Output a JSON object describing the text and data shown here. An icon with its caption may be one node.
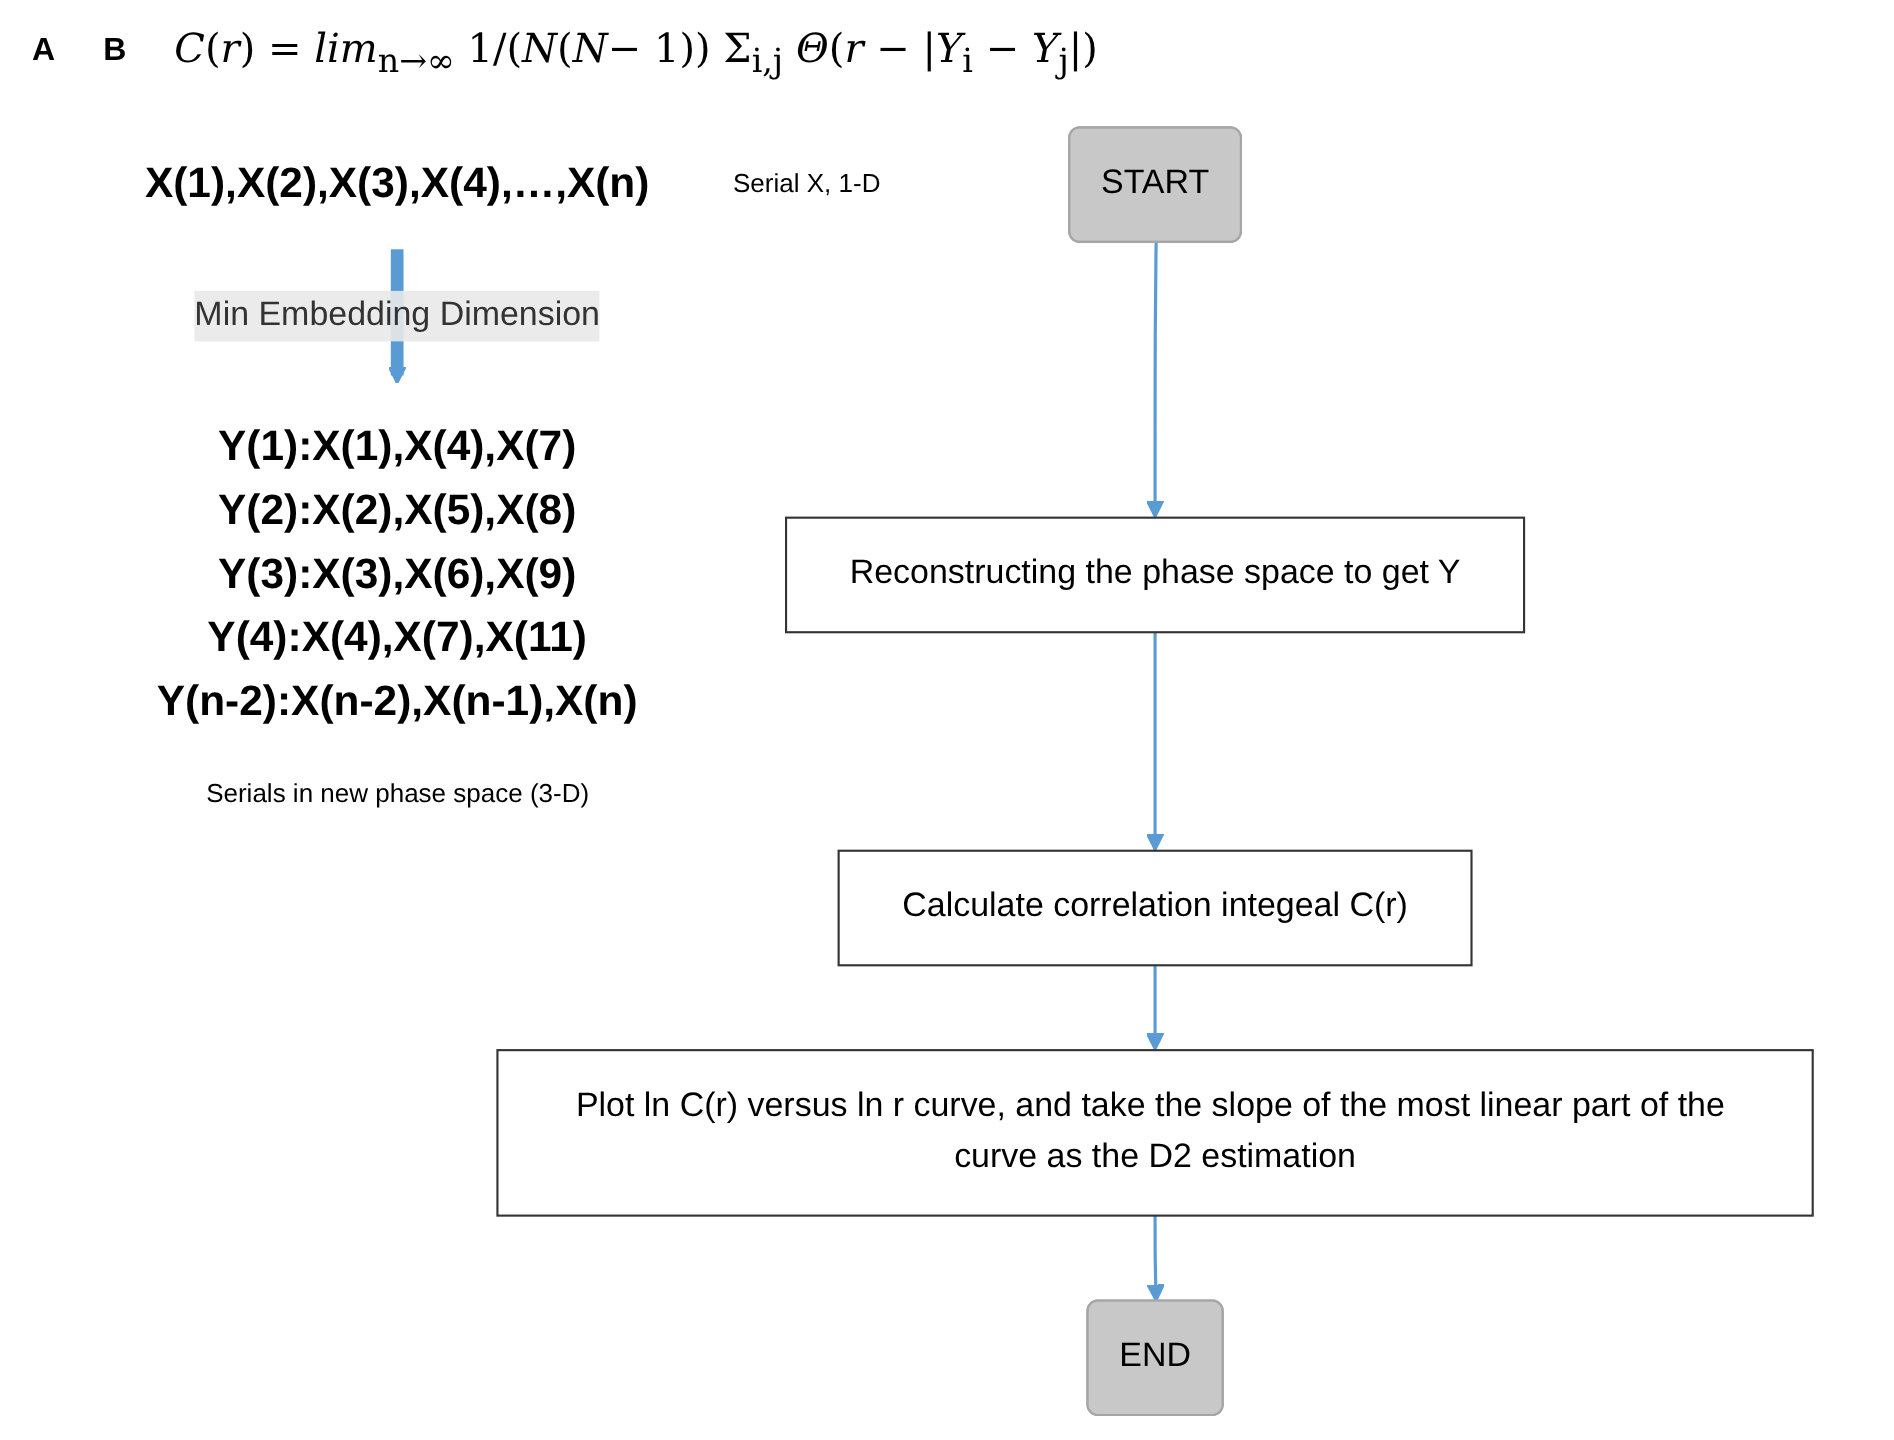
{
  "diagram": {
    "nodes": [
      {
        "text": [
          "X(1),X(2),X(3),X(4),…,X(n)"
        ],
        "beside": [
          "Serial X, 1-D"
        ]
      },
      {
        "text": [
          "Y(1):X(1),X(4),X(7)",
          "Y(2):X(2),X(5),X(8)",
          "Y(3):X(3),X(6),X(9)",
          "Y(4):X(4),X(7),X(11)",
          "Y(n-2):X(n-2),X(n-1),X(n)"
        ],
        "beside": [
          "Serials in new phase space (3-D)"
        ]
      },
      {
        "text": [
          "START"
        ]
      },
      {
        "text": [
          "Reconstructing the phase space to get Y"
        ]
      },
      {
        "text": [
          "Calculate correlation integeal C(r)"
        ]
      },
      {
        "text": [
          "Plot ln C(r) versus ln r curve, and take the slope of the most linear part of the curve as the D2 estimation"
        ]
      },
      {
        "text": [
          "END"
        ]
      }
    ],
    "edges": [
      {
        "from": 0,
        "to": 1,
        "arrow": "to",
        "label": "Min Embedding Dimension",
        "style": "thick"
      },
      {
        "from": 2,
        "to": 3,
        "arrow": "to"
      },
      {
        "from": 3,
        "to": 4,
        "arrow": "to"
      },
      {
        "from": 4,
        "to": 5,
        "arrow": "to"
      },
      {
        "from": 5,
        "to": 6,
        "arrow": "to"
      }
    ],
    "labels": [
      "A",
      "B",
      "*C*(*r*) = *lim*$_{n→∞}$ 1/(*N*(*N*− 1)) Σ$_{i,j}$ *Θ*(*r* − |*Y*$_{i}$ − *Y*$_{j}$|)"
    ]
  }
}
